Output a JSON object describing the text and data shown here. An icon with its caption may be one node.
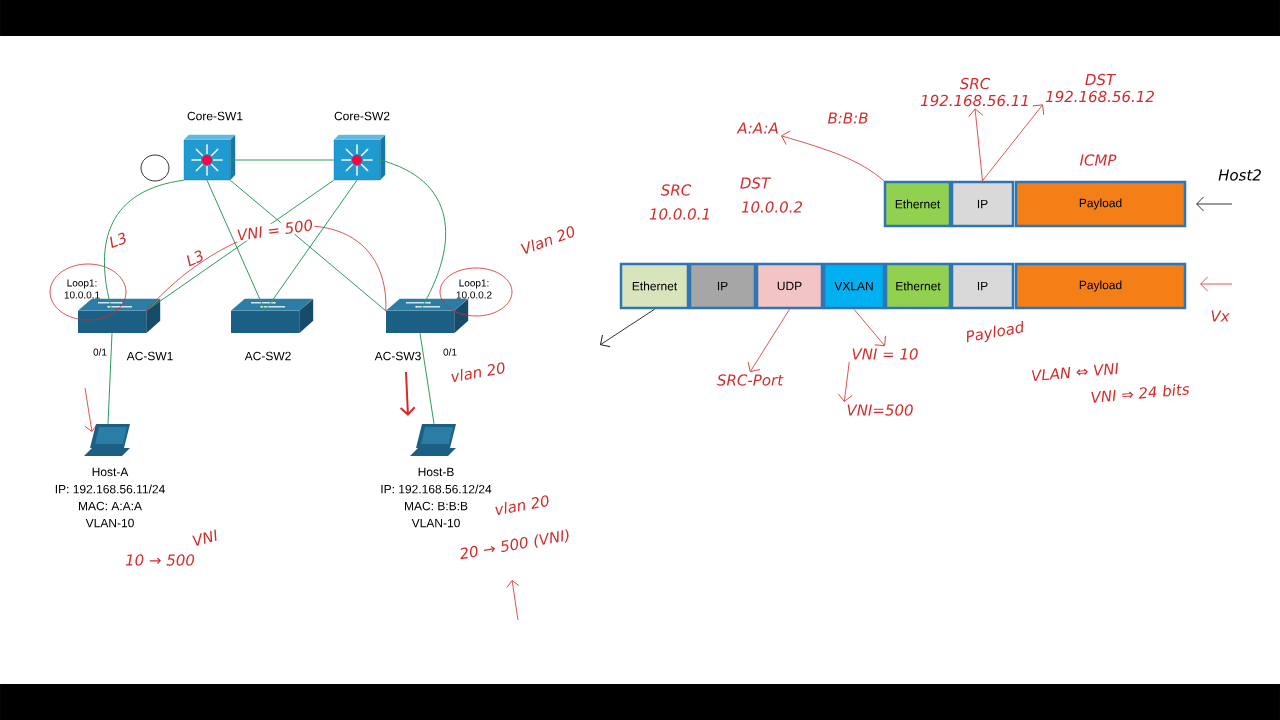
{
  "diagram": {
    "nodes": [
      {
        "text": [
          "Core-SW1"
        ]
      },
      {
        "text": [
          "Core-SW2"
        ]
      },
      {
        "text": [
          "AC-SW1"
        ],
        "beside": [
          "Loop1: 10.0.0.1",
          "0/1"
        ]
      },
      {
        "text": [
          "AC-SW2"
        ]
      },
      {
        "text": [
          "AC-SW3"
        ],
        "beside": [
          "Loop1: 10.0.0.2",
          "0/1"
        ]
      },
      {
        "text": [
          "Host-A",
          "IP: 192.168.56.11/24",
          "MAC: A:A:A",
          "VLAN-10"
        ]
      },
      {
        "text": [
          "Host-B",
          "IP: 192.168.56.12/24",
          "MAC: B:B:B",
          "VLAN-10"
        ]
      },
      {
        "text": [
          "Ethernet"
        ]
      },
      {
        "text": [
          "IP"
        ]
      },
      {
        "text": [
          "Payload"
        ]
      },
      {
        "text": [
          "Ethernet"
        ]
      },
      {
        "text": [
          "IP"
        ]
      },
      {
        "text": [
          "UDP"
        ]
      },
      {
        "text": [
          "VXLAN"
        ]
      },
      {
        "text": [
          "Ethernet"
        ]
      },
      {
        "text": [
          "IP"
        ]
      },
      {
        "text": [
          "Payload"
        ]
      },
      {
        "text": [
          "A:A:A"
        ]
      },
      {
        "text": [
          "SRC",
          "192.168.56.11"
        ]
      },
      {
        "text": [
          "DST",
          "192.168.56.12"
        ]
      },
      {
        "text": [
          "SRC-Port"
        ]
      },
      {
        "text": [
          "VNI = 10"
        ]
      },
      {
        "text": [
          "VNI=500"
        ]
      }
    ],
    "edges": [
      {
        "from": 0,
        "to": 1,
        "arrow": "none"
      },
      {
        "from": 0,
        "to": 2,
        "arrow": "none"
      },
      {
        "from": 0,
        "to": 3,
        "arrow": "none"
      },
      {
        "from": 0,
        "to": 4,
        "arrow": "none"
      },
      {
        "from": 1,
        "to": 2,
        "arrow": "none"
      },
      {
        "from": 1,
        "to": 3,
        "arrow": "none"
      },
      {
        "from": 1,
        "to": 4,
        "arrow": "none"
      },
      {
        "from": 2,
        "to": 5,
        "arrow": "none"
      },
      {
        "from": 4,
        "to": 6,
        "arrow": "none"
      },
      {
        "from": 2,
        "to": 4,
        "arrow": "none",
        "label": "VNI = 500",
        "color": "#d42a2a"
      },
      {
        "from": 7,
        "to": 17,
        "arrow": "to",
        "color": "#d42a2a"
      },
      {
        "from": 8,
        "to": 18,
        "arrow": "to",
        "color": "#d42a2a"
      },
      {
        "from": 8,
        "to": 19,
        "arrow": "to",
        "color": "#d42a2a"
      },
      {
        "from": 12,
        "to": 20,
        "arrow": "to",
        "color": "#d42a2a"
      },
      {
        "from": 13,
        "to": 21,
        "arrow": "to",
        "color": "#d42a2a"
      },
      {
        "from": 21,
        "to": 22,
        "arrow": "to",
        "color": "#d42a2a"
      },
      {
        "from": 10,
        "to": null,
        "arrow": "to",
        "color": "#000000"
      }
    ],
    "labels": [
      "L3",
      "L3",
      "Vlan 20",
      "vlan 20",
      "VNI",
      "10 → 500",
      "vlan 20",
      "20 → 500 (VNI)",
      "B:B:B",
      "ICMP",
      "Host2",
      "SRC",
      "10.0.0.1",
      "DST",
      "10.0.0.2",
      "Payload",
      "VLAN ⇔ VNI",
      "VNI ⇒ 24 bits",
      "Vx"
    ]
  }
}
